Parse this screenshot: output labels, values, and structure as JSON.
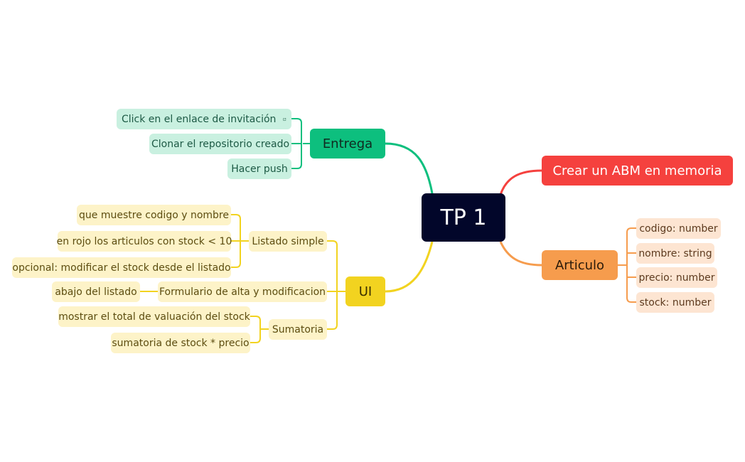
{
  "root": {
    "label": "TP 1"
  },
  "entrega": {
    "label": "Entrega",
    "items": [
      "Click en el enlace de invitación",
      "Clonar el repositorio creado",
      "Hacer push"
    ]
  },
  "crear": {
    "label": "Crear un ABM en memoria"
  },
  "articulo": {
    "label": "Articulo",
    "items": [
      "codigo: number",
      "nombre: string",
      "precio: number",
      "stock: number"
    ]
  },
  "ui": {
    "label": "UI",
    "listado": {
      "label": "Listado simple",
      "items": [
        "que muestre codigo y nombre",
        "en rojo los articulos con stock < 10",
        "opcional: modificar el stock desde el listado"
      ]
    },
    "formulario": {
      "label": "Formulario de alta y modificacion",
      "items": [
        "abajo del listado"
      ]
    },
    "sumatoria": {
      "label": "Sumatoria",
      "items": [
        "mostrar el total de valuación del stock",
        "sumatoria de stock * precio"
      ]
    }
  },
  "colors": {
    "green": "#0dbf7e",
    "red": "#f5413e",
    "orange": "#f69c4d",
    "yellow": "#f2d320",
    "root": "#02062a"
  },
  "icons": {
    "link": "external-link-icon"
  }
}
